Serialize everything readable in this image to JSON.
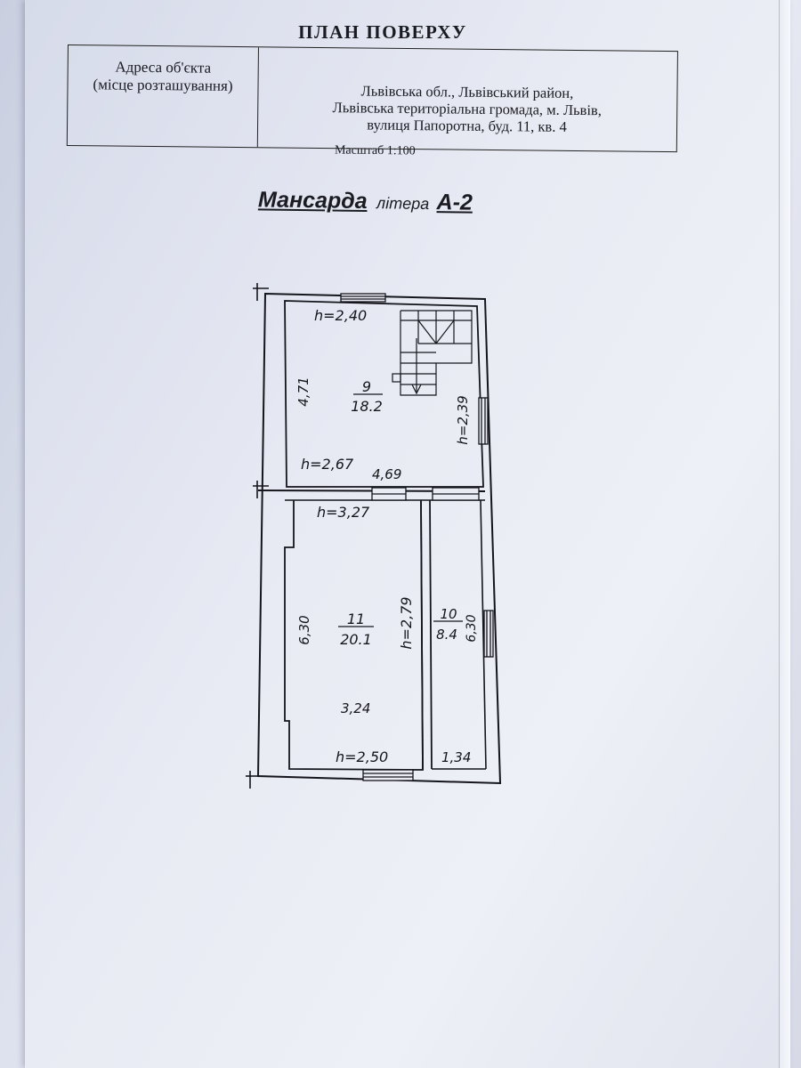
{
  "title": "ПЛАН ПОВЕРХУ",
  "address": {
    "label_line1": "Адреса об'єкта",
    "label_line2": "(місце розташування)",
    "value_line1": "Львівська обл., Львівський район,",
    "value_line2": "Львівська територіальна громада, м. Львів,",
    "value_line3": "вулиця Папоротна, буд. 11, кв. 4"
  },
  "scale": "Масштаб 1:100",
  "floor": {
    "name": "Мансарда",
    "litera_word": "літера",
    "litera": "А-2"
  },
  "rooms": [
    {
      "number": "9",
      "area": "18.2"
    },
    {
      "number": "11",
      "area": "20.1"
    },
    {
      "number": "10",
      "area": "8.4"
    }
  ],
  "dimensions": {
    "h_top": "h=2,40",
    "room9_height_left": "4,71",
    "room9_h_right": "h=2,39",
    "room9_h_bottom": "h=2,67",
    "room9_width": "4,69",
    "room11_h_top": "h=3,27",
    "room11_length": "6,30",
    "room11_h_right": "h=2,79",
    "room11_width": "3,24",
    "room11_h_bottom": "h=2,50",
    "room10_length": "6,30",
    "room10_width": "1,34"
  }
}
